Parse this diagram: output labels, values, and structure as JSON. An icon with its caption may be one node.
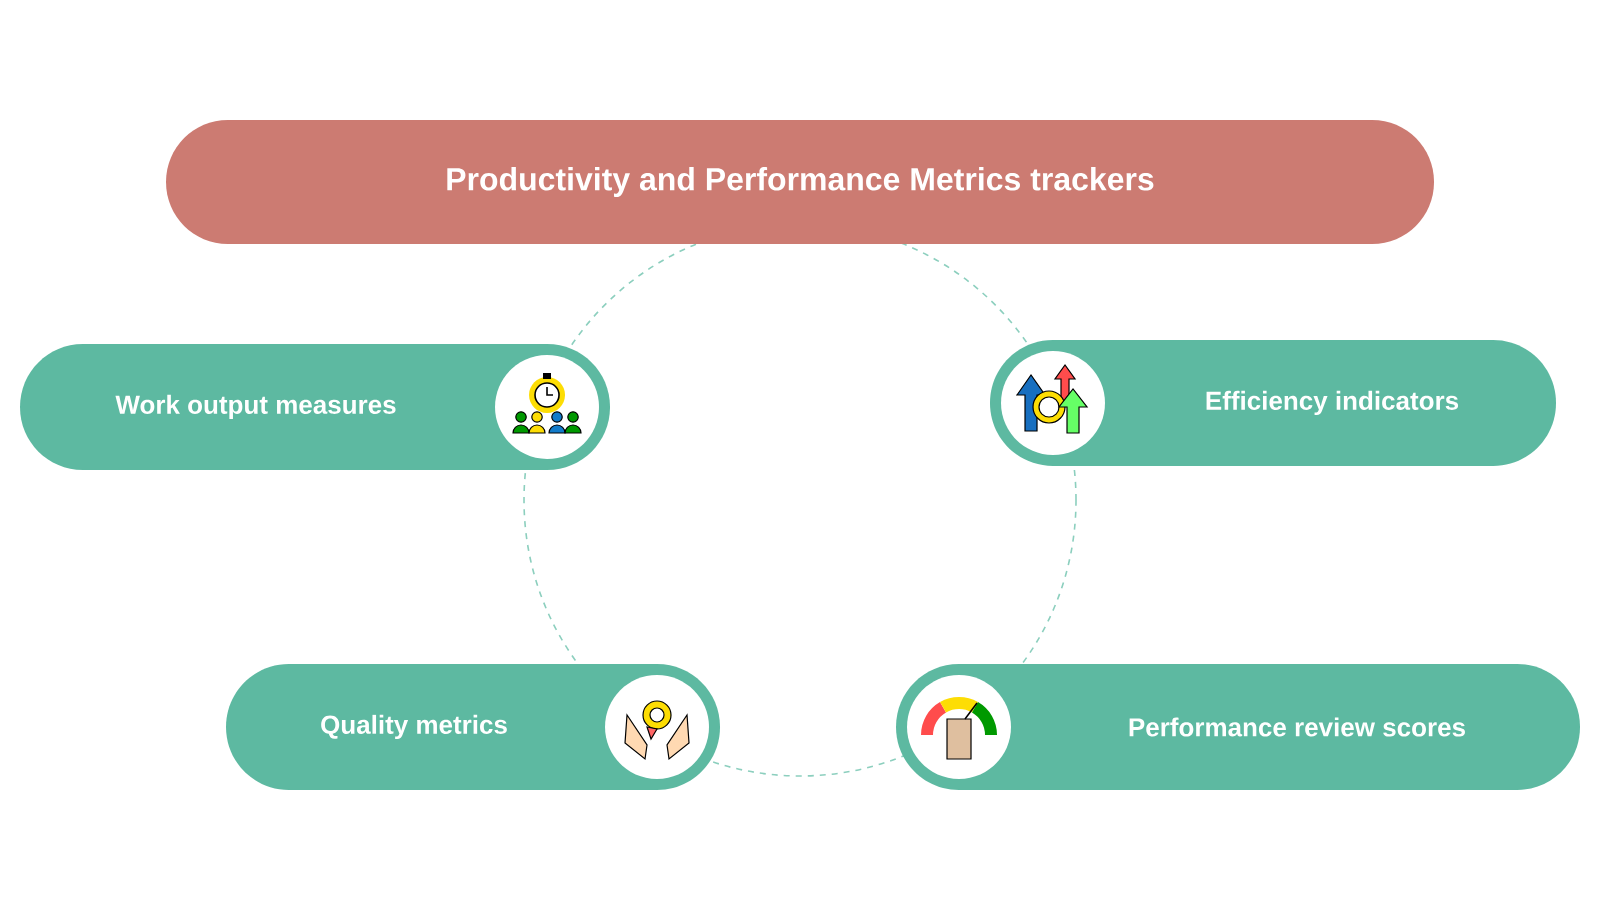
{
  "diagram": {
    "nodes": [
      {
        "text": [
          "Productivity and Performance Metrics trackers"
        ]
      },
      {
        "text": [
          "Work output measures"
        ]
      },
      {
        "text": [
          "Efficiency indicators"
        ]
      },
      {
        "text": [
          "Quality metrics"
        ]
      },
      {
        "text": [
          "Performance review scores"
        ]
      }
    ]
  }
}
